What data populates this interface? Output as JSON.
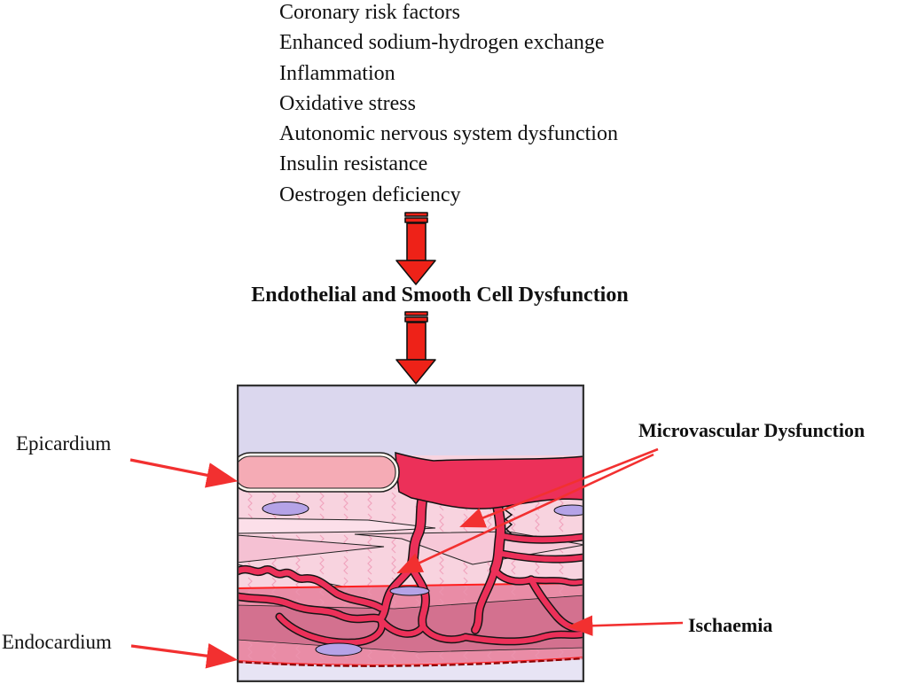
{
  "top_list": {
    "items": [
      "Coronary risk factors",
      "Enhanced sodium-hydrogen exchange",
      "Inflammation",
      "Oxidative stress",
      "Autonomic nervous system dysfunction",
      "Insulin resistance",
      "Oestrogen deficiency"
    ]
  },
  "flow": {
    "heading": "Endothelial and Smooth Cell Dysfunction"
  },
  "labels": {
    "epicardium": "Epicardium",
    "endocardium": "Endocardium",
    "microvascular": "Microvascular Dysfunction",
    "ischaemia": "Ischaemia"
  },
  "icons": {
    "down_arrow_1": "striped-down-block-arrow",
    "down_arrow_2": "striped-down-block-arrow"
  },
  "colors": {
    "arrow_red": "#ee2218",
    "pointer_red": "#f23030",
    "vessel_crimson": "#ec3059",
    "artery_pink": "#f5abb5",
    "fat_lavender": "#dbd7ee",
    "myocardium_pink": "#f8d3df",
    "ischaemia_rose": "#e98ca6",
    "ischaemia_dark": "#d3718f",
    "capillary_purple": "#b5a3e7",
    "endocardium_lavender": "#e7e4f4",
    "text_black": "#111111"
  }
}
